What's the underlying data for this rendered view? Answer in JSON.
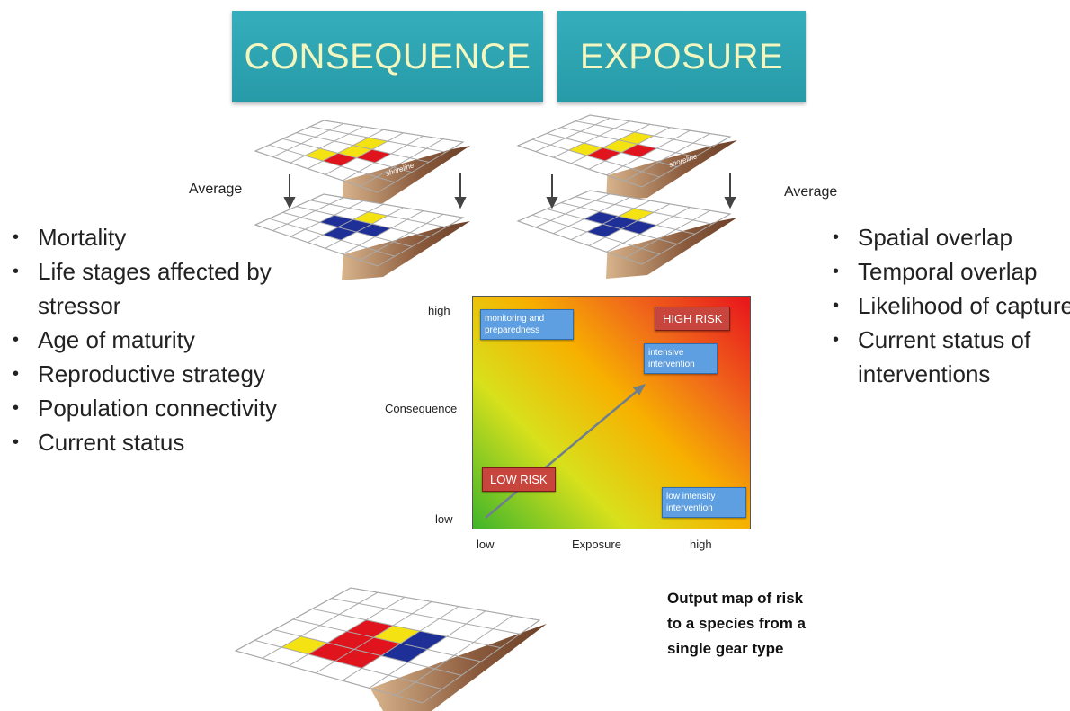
{
  "headers": {
    "consequence": "CONSEQUENCE",
    "exposure": "EXPOSURE"
  },
  "average_labels": {
    "left": "Average",
    "right": "Average"
  },
  "grid_labels": {
    "shoreline": "shoreline"
  },
  "consequence_factors": [
    "Mortality",
    "Life stages affected by stressor",
    "Age of maturity",
    "Reproductive strategy",
    "Population connectivity",
    "Current status"
  ],
  "exposure_factors": [
    "Spatial overlap",
    "Temporal overlap",
    "Likelihood of capture",
    "Current status of interventions"
  ],
  "matrix": {
    "y_high": "high",
    "y_low": "low",
    "y_label": "Consequence",
    "x_low": "low",
    "x_high": "high",
    "x_label": "Exposure",
    "boxes": {
      "monitoring": "monitoring and preparedness",
      "high_risk": "HIGH RISK",
      "intensive": "intensive intervention",
      "low_risk": "LOW RISK",
      "low_intensity": "low intensity intervention"
    }
  },
  "output_label": [
    "Output map of risk",
    "to a species from a",
    "single gear type"
  ],
  "colors": {
    "header": "#2aa3b1",
    "header_text": "#f4f6c0",
    "yellow": "#f5e212",
    "red": "#e0141c",
    "blue": "#1e2f97",
    "shore": "#8a5a3c"
  }
}
